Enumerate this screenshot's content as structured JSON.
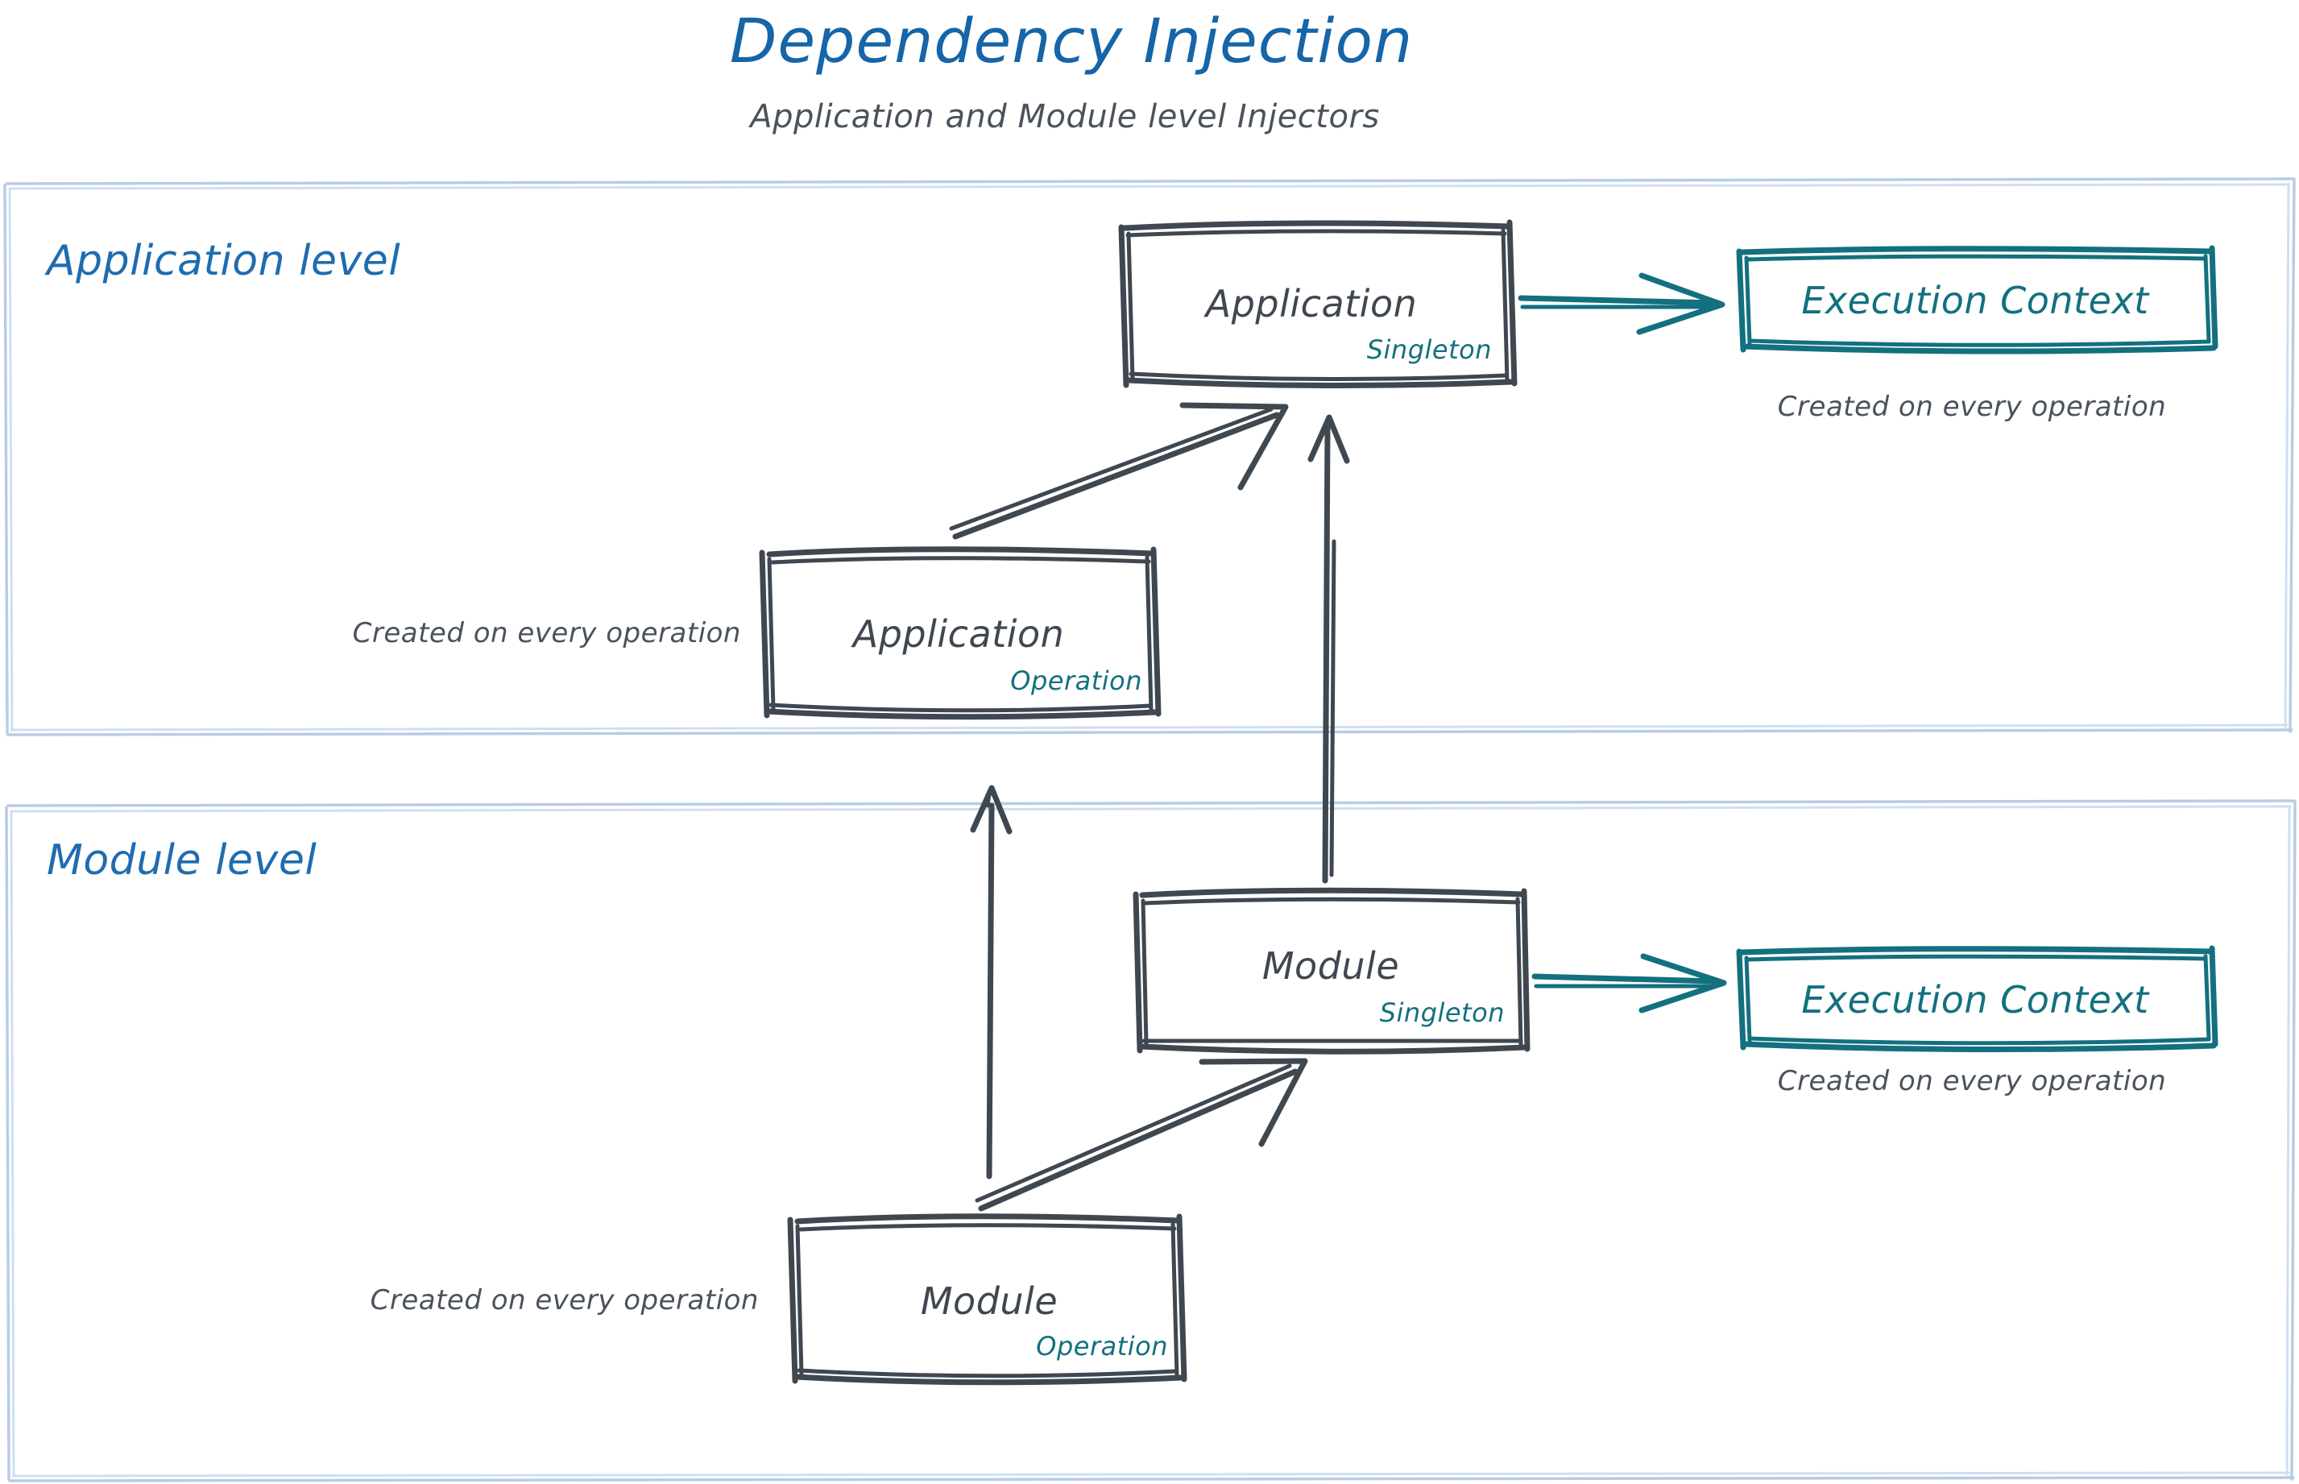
{
  "header": {
    "title": "Dependency Injection",
    "subtitle": "Application and Module level Injectors",
    "title_color": "#1565a8",
    "subtitle_color": "#4a525c"
  },
  "colors": {
    "accent_blue": "#1f6cb0",
    "teal": "#13707f",
    "slate": "#3f4750",
    "container_border": "#b8cce4"
  },
  "sections": [
    {
      "id": "application-level",
      "label": "Application level",
      "nodes": [
        {
          "id": "application-singleton",
          "title": "Application",
          "badge": "Singleton",
          "style": "slate"
        },
        {
          "id": "application-execution-context",
          "title": "Execution Context",
          "badge": "",
          "style": "teal",
          "caption": "Created on every operation"
        },
        {
          "id": "application-operation",
          "title": "Application",
          "badge": "Operation",
          "style": "slate",
          "caption": "Created on every operation"
        }
      ]
    },
    {
      "id": "module-level",
      "label": "Module level",
      "nodes": [
        {
          "id": "module-singleton",
          "title": "Module",
          "badge": "Singleton",
          "style": "slate"
        },
        {
          "id": "module-execution-context",
          "title": "Execution Context",
          "badge": "",
          "style": "teal",
          "caption": "Created on every operation"
        },
        {
          "id": "module-operation",
          "title": "Module",
          "badge": "Operation",
          "style": "slate",
          "caption": "Created on every operation"
        }
      ]
    }
  ],
  "labels": {
    "app_singleton_title": "Application",
    "app_singleton_badge": "Singleton",
    "app_exec_ctx_title": "Execution Context",
    "app_exec_ctx_caption": "Created on every operation",
    "app_operation_title": "Application",
    "app_operation_badge": "Operation",
    "app_operation_caption": "Created on every operation",
    "mod_singleton_title": "Module",
    "mod_singleton_badge": "Singleton",
    "mod_exec_ctx_title": "Execution Context",
    "mod_exec_ctx_caption": "Created on every operation",
    "mod_operation_title": "Module",
    "mod_operation_badge": "Operation",
    "mod_operation_caption": "Created on every operation",
    "application_level": "Application level",
    "module_level": "Module level"
  },
  "arrows": [
    {
      "id": "app-singleton-to-exec-ctx",
      "color": "#13707f",
      "direction": "right"
    },
    {
      "id": "app-operation-to-app-singleton",
      "color": "#3f4750",
      "direction": "up-right"
    },
    {
      "id": "module-singleton-to-app-singleton",
      "color": "#3f4750",
      "direction": "up"
    },
    {
      "id": "module-singleton-to-exec-ctx",
      "color": "#13707f",
      "direction": "right"
    },
    {
      "id": "module-operation-to-module-singleton",
      "color": "#3f4750",
      "direction": "up-right"
    },
    {
      "id": "module-operation-to-application-level",
      "color": "#3f4750",
      "direction": "up"
    }
  ]
}
